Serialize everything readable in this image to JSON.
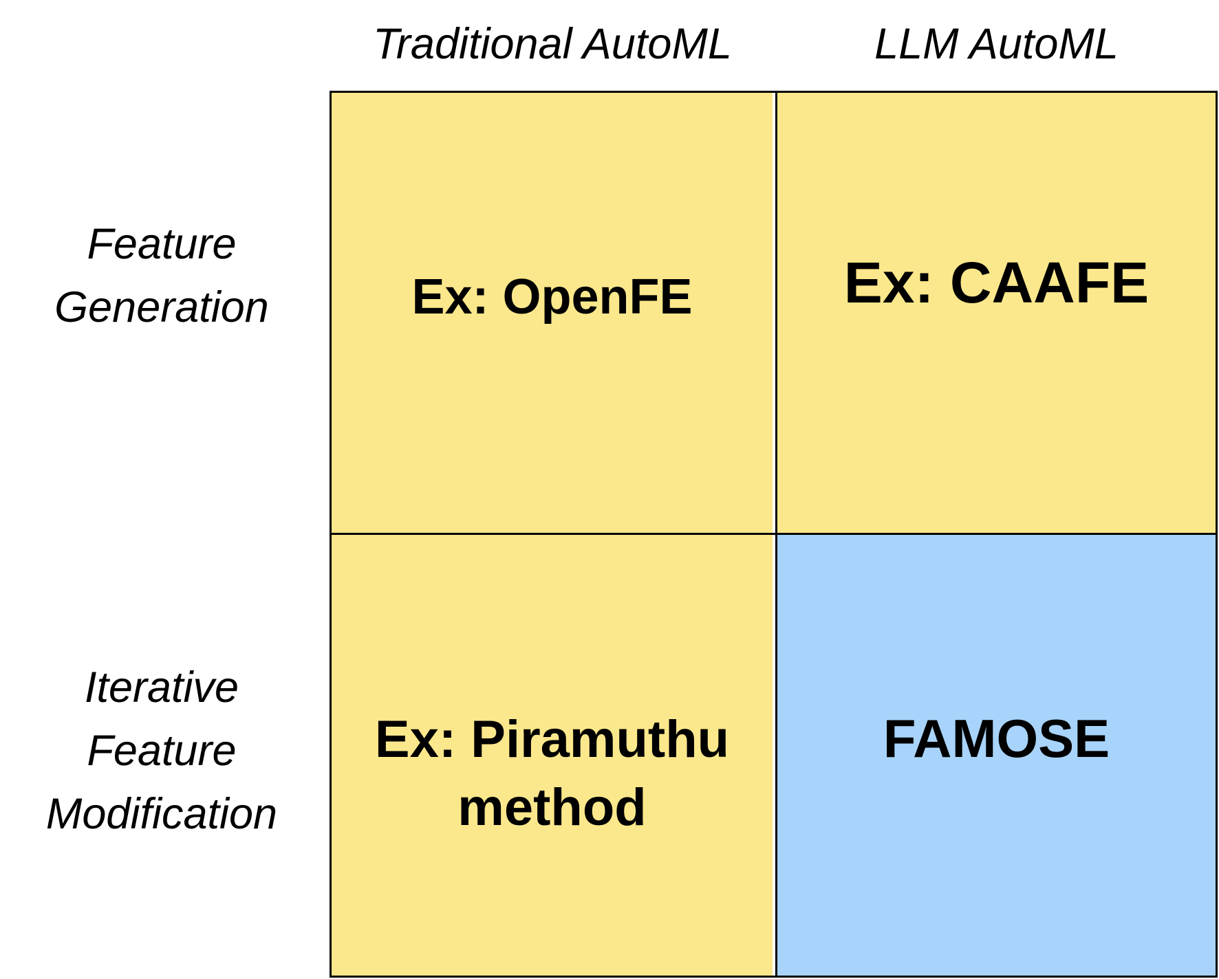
{
  "diagram": {
    "title_context": "2x2 matrix comparing AutoML feature engineering approaches",
    "columns": {
      "left": "Traditional AutoML",
      "right": "LLM AutoML"
    },
    "rows": {
      "top": "Feature\nGeneration",
      "bottom": "Iterative\nFeature\nModification"
    },
    "cells": {
      "top_left": "Ex: OpenFE",
      "top_right": "Ex: CAAFE",
      "bottom_left": "Ex: Piramuthu\nmethod",
      "bottom_right": "FAMOSE"
    },
    "colors": {
      "standard_cell": "#FCE88C",
      "highlight_cell": "#A8D4FB",
      "grid_border": "#000000",
      "background": "#FFFFFF",
      "text": "#000000"
    }
  }
}
